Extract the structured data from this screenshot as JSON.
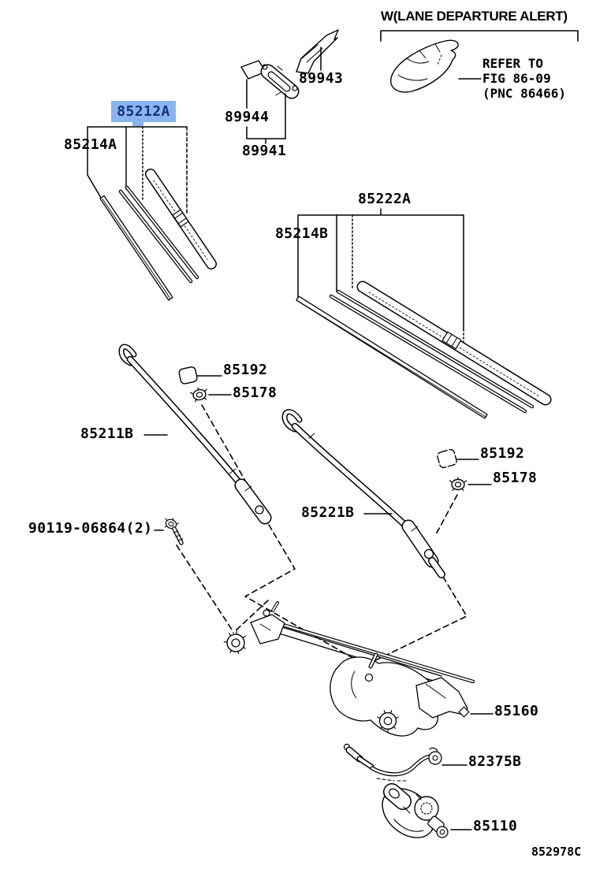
{
  "header": {
    "variant_title": "W(LANE DEPARTURE ALERT)",
    "note_line1": "REFER TO",
    "note_line2": "FIG 86-09",
    "note_line3": "(PNC 86466)"
  },
  "parts": {
    "blade_left": "85212A",
    "rubber_left": "85214A",
    "camera_cover": "89943",
    "camera_pad": "89944",
    "camera_bracket": "89941",
    "blade_right": "85222A",
    "rubber_right": "85214B",
    "cap_left": "85192",
    "nut_left": "85178",
    "arm_left": "85211B",
    "cap_right": "85192",
    "nut_right": "85178",
    "arm_right": "85221B",
    "pivot_bolt": "90119-06864(2)",
    "linkage": "85160",
    "washer_hose": "82375B",
    "wiper_motor": "85110"
  },
  "footer": {
    "figure_code": "852978C"
  },
  "colors": {
    "highlight_bg": "#8ab4f0",
    "highlight_text": "#1a2f7c",
    "line_color": "#000000"
  }
}
